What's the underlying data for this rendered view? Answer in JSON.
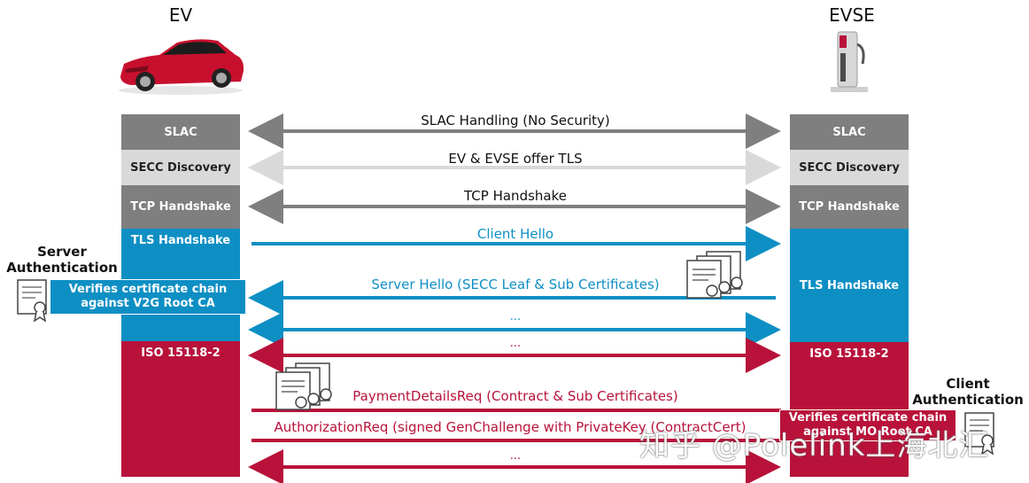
{
  "actors": {
    "ev": "EV",
    "evse": "EVSE"
  },
  "lanes": {
    "slac": "SLAC",
    "secc_discovery": "SECC Discovery",
    "tcp_handshake": "TCP Handshake",
    "tls_handshake": "TLS Handshake",
    "iso": "ISO 15118-2"
  },
  "messages": {
    "slac_handling": "SLAC Handling (No Security)",
    "offer_tls": "EV & EVSE offer TLS",
    "tcp_handshake": "TCP Handshake",
    "client_hello": "Client Hello",
    "server_hello": "Server Hello (SECC Leaf & Sub Certificates)",
    "ellipsis_tls": "...",
    "ellipsis_iso": "...",
    "payment_details": "PaymentDetailsReq (Contract & Sub Certificates)",
    "authorization": "AuthorizationReq (signed GenChallenge with PrivateKey (ContractCert)",
    "ellipsis_end": "..."
  },
  "server_auth": {
    "title_line1": "Server",
    "title_line2": "Authentication",
    "verify_line1": "Verifies certificate chain",
    "verify_line2": "against V2G Root CA"
  },
  "client_auth": {
    "title_line1": "Client",
    "title_line2": "Authentication",
    "verify_line1": "Verifies certificate chain",
    "verify_line2": "against MO Root CA"
  },
  "watermark": "知乎 @Polelink上海北汇",
  "colors": {
    "gray": "#7f7f7f",
    "light_gray": "#d9d9d9",
    "blue": "#0e8fc4",
    "red": "#b8123a"
  },
  "icons": [
    "car-icon",
    "charging-station-icon",
    "certificate-icon",
    "certificate-stack-icon"
  ]
}
